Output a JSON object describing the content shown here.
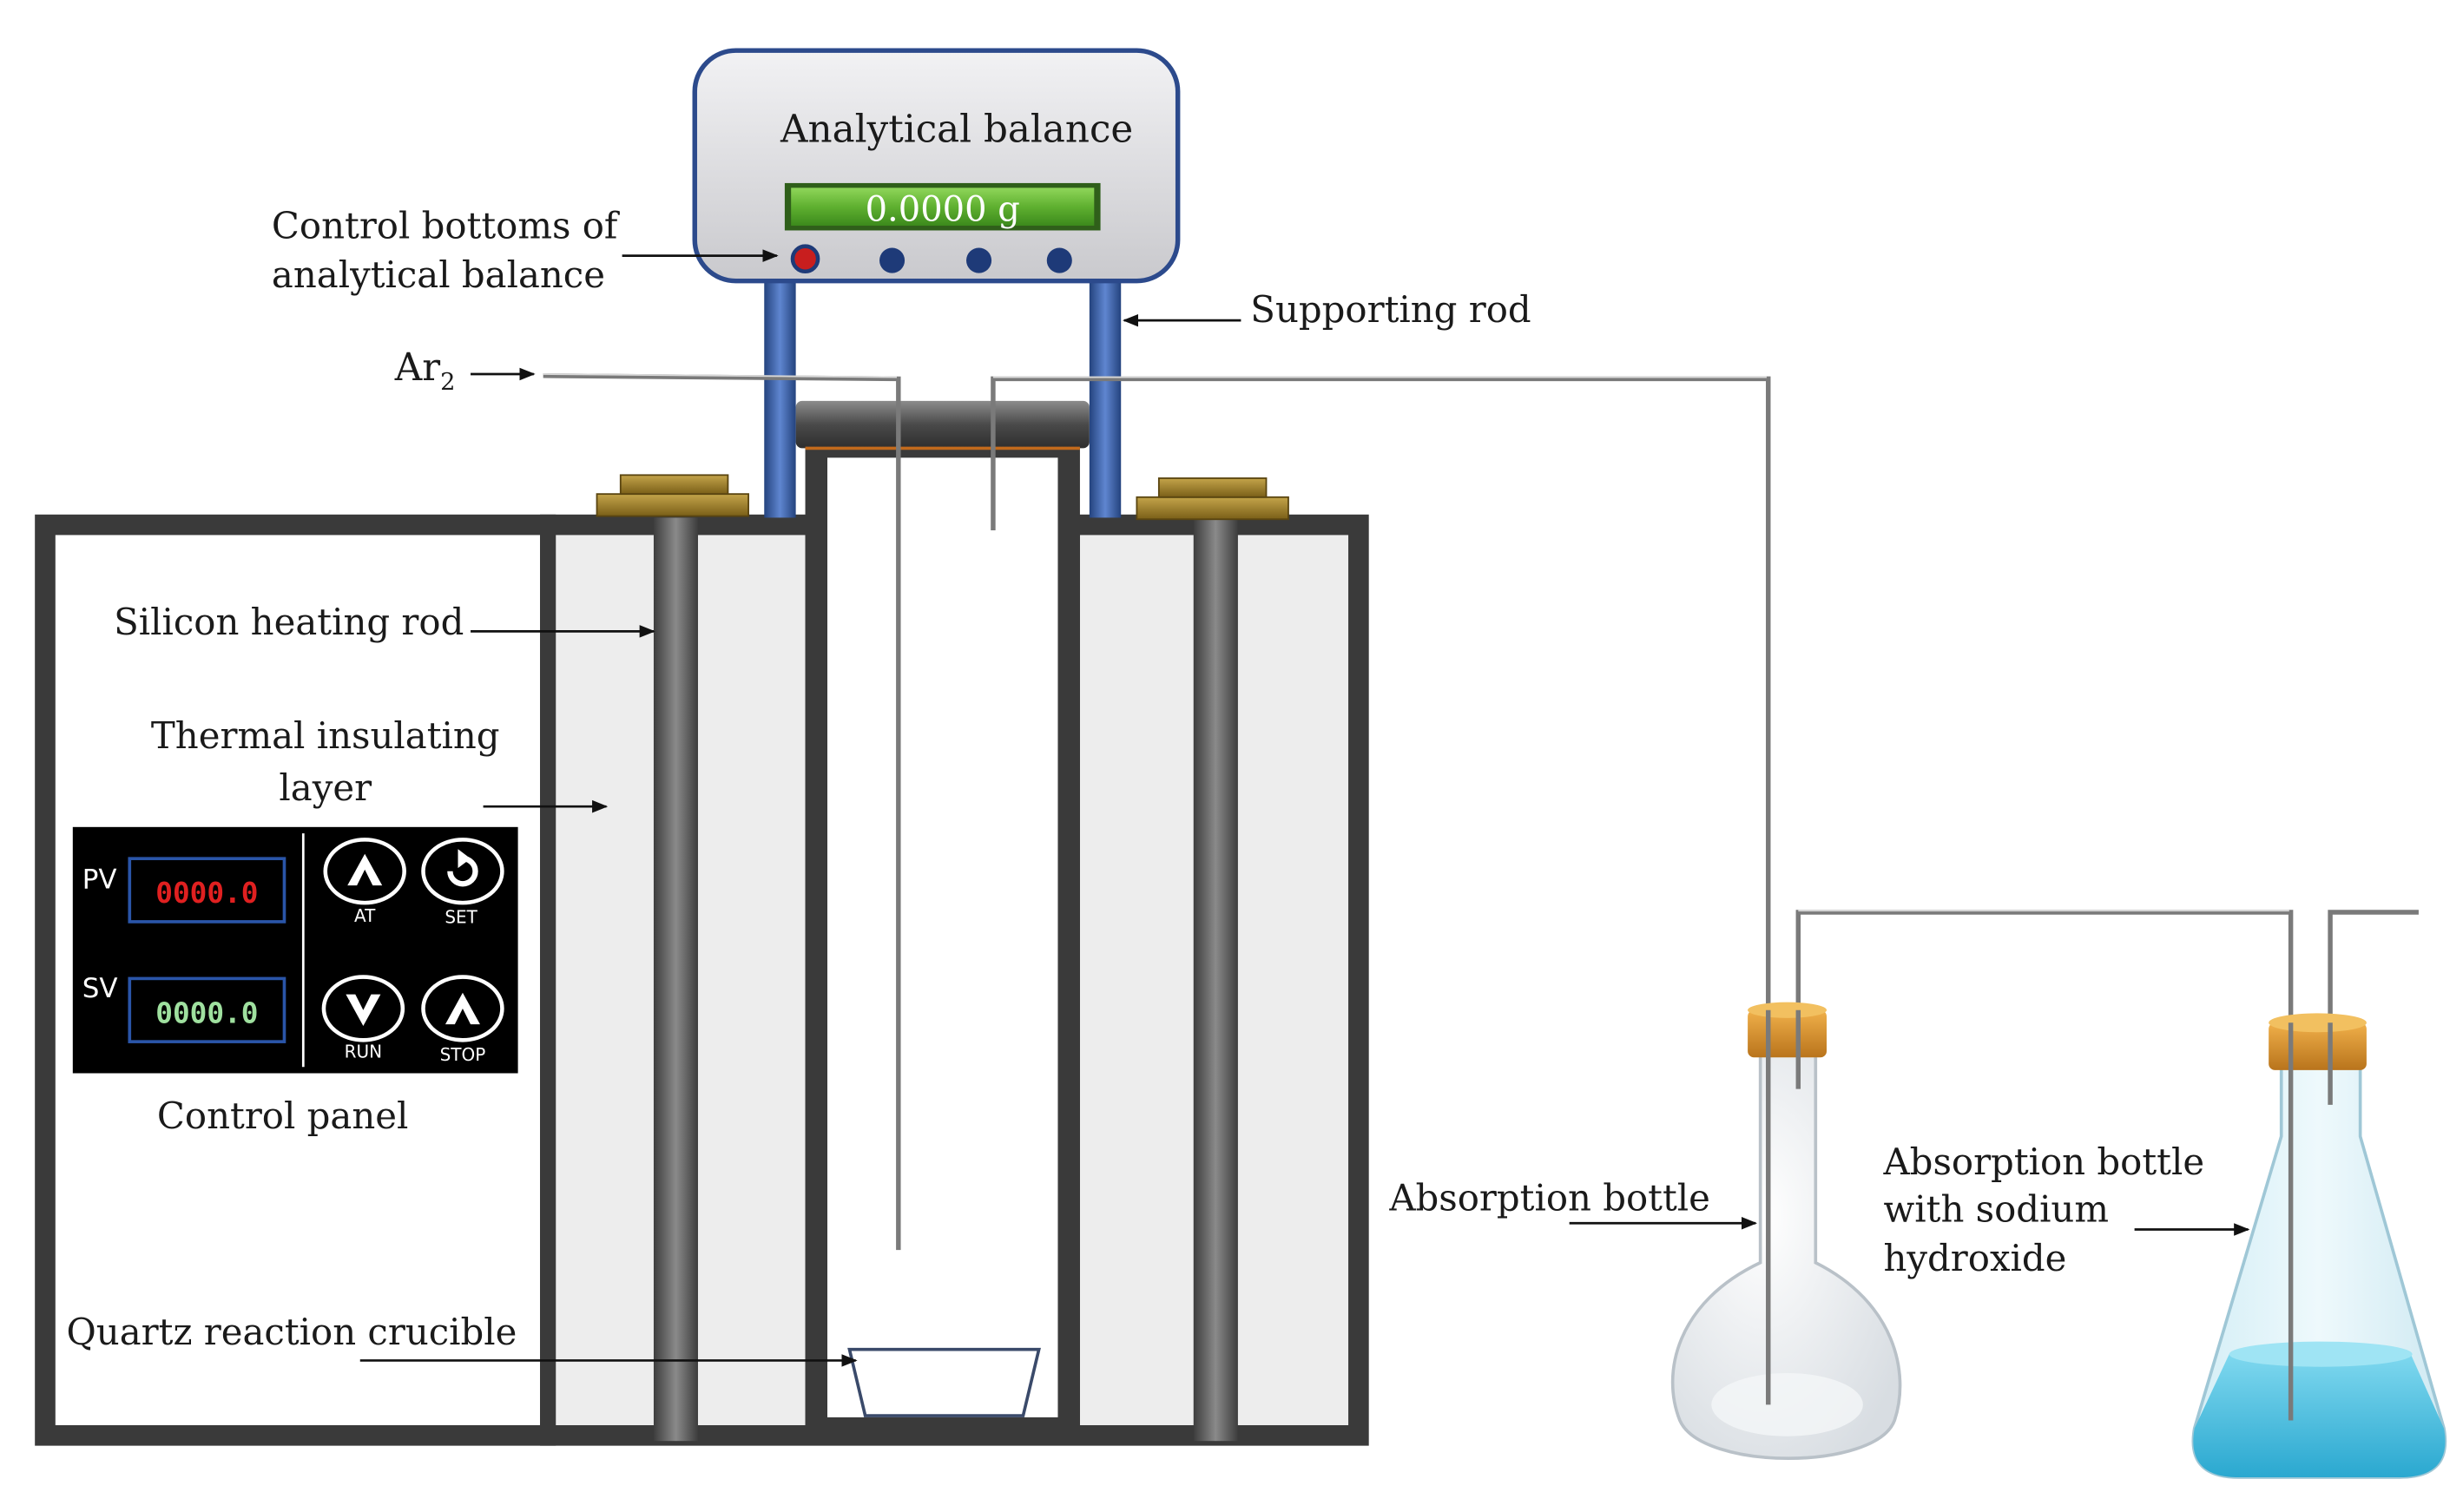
{
  "balance": {
    "title": "Analytical balance",
    "display": "0.0000 g"
  },
  "labels": {
    "control_bottoms_line1": "Control bottoms of",
    "control_bottoms_line2": "analytical balance",
    "supporting_rod": "Supporting rod",
    "ar2": "Ar",
    "ar2_sub": "2",
    "silicon_heating_rod": "Silicon heating rod",
    "thermal_line1": "Thermal insulating",
    "thermal_line2": "layer",
    "control_panel": "Control panel",
    "quartz_crucible": "Quartz reaction crucible",
    "absorption_bottle": "Absorption bottle",
    "absorption_naoh_line1": "Absorption bottle",
    "absorption_naoh_line2": "with sodium",
    "absorption_naoh_line3": "hydroxide"
  },
  "control_panel": {
    "pv_label": "PV",
    "pv_value": "0000.0",
    "sv_label": "SV",
    "sv_value": "0000.0",
    "btn_at": "AT",
    "btn_set": "SET",
    "btn_run": "RUN",
    "btn_stop": "STOP"
  },
  "colors": {
    "pv_digits": "#e02020",
    "sv_digits": "#9fe09f",
    "lcd_green": "#5fb030",
    "rod_blue": "#3c5fa6",
    "cork": "#d9922a",
    "naoh_liquid": "#4fc3e0"
  }
}
